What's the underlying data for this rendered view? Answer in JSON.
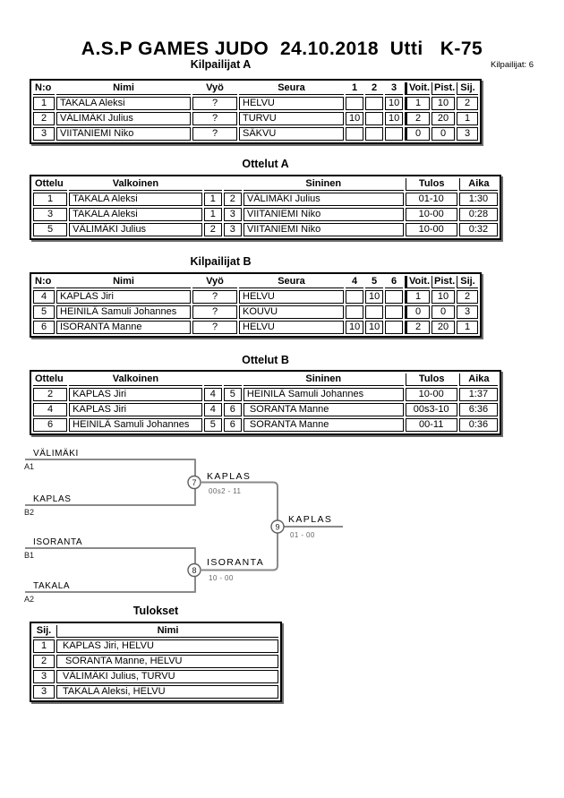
{
  "page": {
    "title": "A.S.P GAMES JUDO  24.10.2018  Utti   K-75",
    "competitors_note": "Kilpailijat: 6"
  },
  "pool_a": {
    "caption": "Kilpailijat A",
    "headers": {
      "no": "N:o",
      "name": "Nimi",
      "belt": "Vyö",
      "club": "Seura",
      "m1": "1",
      "m2": "2",
      "m3": "3",
      "wins": "Voit.",
      "pts": "Pist.",
      "place": "Sij."
    },
    "rows": [
      {
        "no": "1",
        "name": "TAKALA Aleksi",
        "belt": "?",
        "club": "HELVU",
        "m1": "",
        "m2": "",
        "m3": "10",
        "wins": "1",
        "pts": "10",
        "place": "2"
      },
      {
        "no": "2",
        "name": "VÄLIMÄKI Julius",
        "belt": "?",
        "club": "TURVU",
        "m1": "10",
        "m2": "",
        "m3": "10",
        "wins": "2",
        "pts": "20",
        "place": "1"
      },
      {
        "no": "3",
        "name": "VIITANIEMI Niko",
        "belt": "?",
        "club": "SÄKVU",
        "m1": "",
        "m2": "",
        "m3": "",
        "wins": "0",
        "pts": "0",
        "place": "3"
      }
    ]
  },
  "matches_a": {
    "caption": "Ottelut A",
    "headers": {
      "match": "Ottelu",
      "white": "Valkoinen",
      "wno": "",
      "bno": "",
      "blue": "Sininen",
      "result": "Tulos",
      "time": "Aika"
    },
    "rows": [
      {
        "match": "1",
        "white": "TAKALA Aleksi",
        "wno": "1",
        "bno": "2",
        "blue": "VÄLIMÄKI Julius",
        "result": "01-10",
        "time": "1:30"
      },
      {
        "match": "3",
        "white": "TAKALA Aleksi",
        "wno": "1",
        "bno": "3",
        "blue": "VIITANIEMI Niko",
        "result": "10-00",
        "time": "0:28"
      },
      {
        "match": "5",
        "white": "VÄLIMÄKI Julius",
        "wno": "2",
        "bno": "3",
        "blue": "VIITANIEMI Niko",
        "result": "10-00",
        "time": "0:32"
      }
    ]
  },
  "pool_b": {
    "caption": "Kilpailijat B",
    "headers": {
      "no": "N:o",
      "name": "Nimi",
      "belt": "Vyö",
      "club": "Seura",
      "m1": "4",
      "m2": "5",
      "m3": "6",
      "wins": "Voit.",
      "pts": "Pist.",
      "place": "Sij."
    },
    "rows": [
      {
        "no": "4",
        "name": "KAPLAS Jiri",
        "belt": "?",
        "club": "HELVU",
        "m1": "",
        "m2": "10",
        "m3": "",
        "wins": "1",
        "pts": "10",
        "place": "2"
      },
      {
        "no": "5",
        "name": "HEINILÄ Samuli Johannes",
        "belt": "?",
        "club": "KOUVU",
        "m1": "",
        "m2": "",
        "m3": "",
        "wins": "0",
        "pts": "0",
        "place": "3"
      },
      {
        "no": "6",
        "name": "ISORANTA Manne",
        "belt": "?",
        "club": "HELVU",
        "m1": "10",
        "m2": "10",
        "m3": "",
        "wins": "2",
        "pts": "20",
        "place": "1"
      }
    ]
  },
  "matches_b": {
    "caption": "Ottelut B",
    "headers": {
      "match": "Ottelu",
      "white": "Valkoinen",
      "wno": "",
      "bno": "",
      "blue": "Sininen",
      "result": "Tulos",
      "time": "Aika"
    },
    "rows": [
      {
        "match": "2",
        "white": "KAPLAS Jiri",
        "wno": "4",
        "bno": "5",
        "blue": "HEINILÄ Samuli Johannes",
        "result": "10-00",
        "time": "1:37"
      },
      {
        "match": "4",
        "white": "KAPLAS Jiri",
        "wno": "4",
        "bno": "6",
        "blue": " SORANTA Manne",
        "result": "00s3-10",
        "time": "6:36"
      },
      {
        "match": "6",
        "white": "HEINILÄ Samuli Johannes",
        "wno": "5",
        "bno": "6",
        "blue": " SORANTA Manne",
        "result": "00-11",
        "time": "0:36"
      }
    ]
  },
  "bracket": {
    "semi1": {
      "match_no": "7",
      "top_name": "VÄLIMÄKI",
      "top_seed": "A1",
      "bottom_name": "KAPLAS",
      "bottom_seed": "B2",
      "winner": "KAPLAS",
      "score": "00s2 - 11"
    },
    "semi2": {
      "match_no": "8",
      "top_name": "ISORANTA",
      "top_seed": "B1",
      "bottom_name": "TAKALA",
      "bottom_seed": "A2",
      "winner": "ISORANTA",
      "score": "10 - 00"
    },
    "final": {
      "match_no": "9",
      "winner": "KAPLAS",
      "score": "01 - 00"
    }
  },
  "results": {
    "caption": "Tulokset",
    "headers": {
      "place": "Sij.",
      "name": "Nimi"
    },
    "rows": [
      {
        "place": "1",
        "name": "KAPLAS Jiri, HELVU"
      },
      {
        "place": "2",
        "name": " SORANTA Manne, HELVU"
      },
      {
        "place": "3",
        "name": "VÄLIMÄKI Julius, TURVU"
      },
      {
        "place": "3",
        "name": "TAKALA Aleksi, HELVU"
      }
    ]
  },
  "colors": {
    "bracket_line": "#8a8a8a",
    "score_text": "#666666",
    "table_shadow": "#6e6e6e"
  }
}
